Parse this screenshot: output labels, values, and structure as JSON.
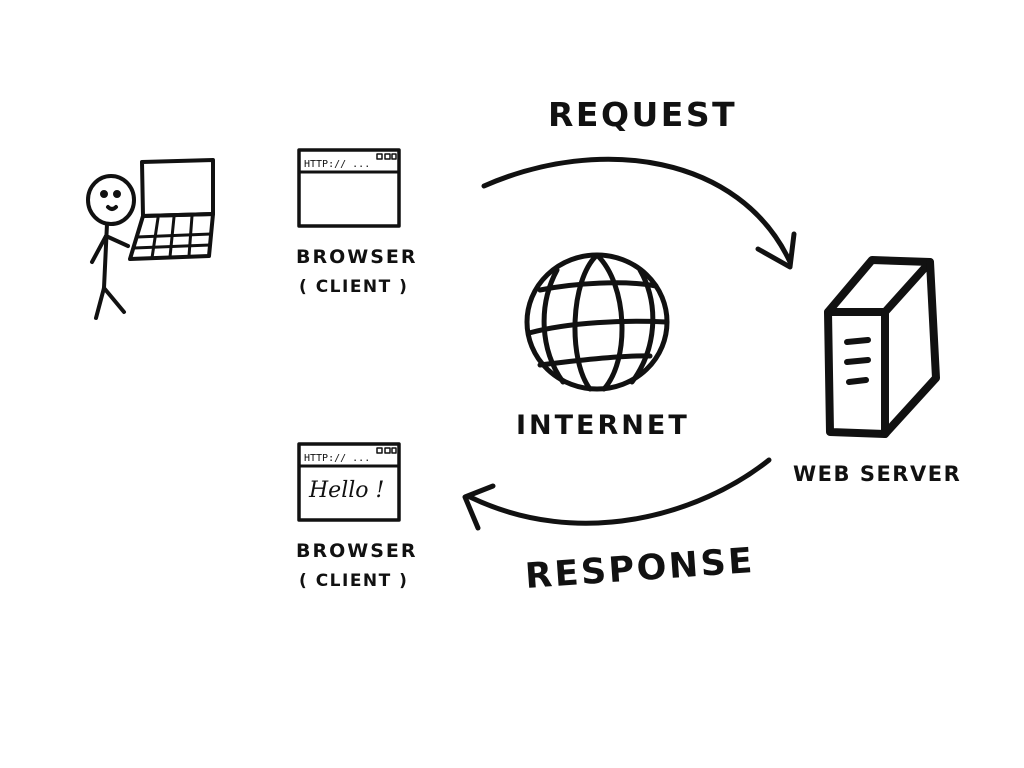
{
  "diagram": {
    "request_label": "REQUEST",
    "response_label": "RESPONSE",
    "internet_label": "INTERNET",
    "server_label": "WEB SERVER",
    "browser_top": {
      "address": "HTTP:// ...",
      "label_line1": "BROWSER",
      "label_line2": "( CLIENT )"
    },
    "browser_bottom": {
      "address": "HTTP:// ...",
      "content": "Hello !",
      "label_line1": "BROWSER",
      "label_line2": "( CLIENT )"
    },
    "ink_color": "#111111",
    "background_color": "#ffffff",
    "icons": [
      "stick-figure-icon",
      "laptop-icon",
      "browser-window-icon",
      "globe-icon",
      "server-icon",
      "arrow-icon"
    ]
  }
}
